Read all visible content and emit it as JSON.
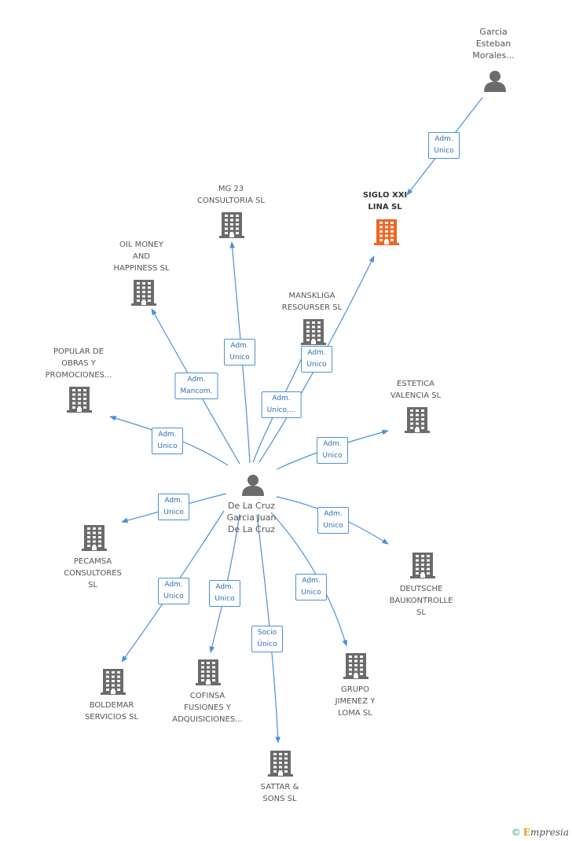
{
  "center": {
    "name": "De La Cruz\nGarcia Juan\nDe La Cruz"
  },
  "top_person": {
    "name": "Garcia\nEsteban\nMorales..."
  },
  "companies": [
    {
      "id": "siglo",
      "name": "SIGLO XXI\nLINA SL",
      "highlight": true
    },
    {
      "id": "mg23",
      "name": "MG 23\nCONSULTORIA SL"
    },
    {
      "id": "oil",
      "name": "OIL MONEY\nAND\nHAPPINESS  SL"
    },
    {
      "id": "mansk",
      "name": "MANSKLIGA\nRESOURSER  SL"
    },
    {
      "id": "popular",
      "name": "POPULAR DE\nOBRAS Y\nPROMOCIONES..."
    },
    {
      "id": "estetica",
      "name": "ESTETICA\nVALENCIA  SL"
    },
    {
      "id": "pecamsa",
      "name": "PECAMSA\nCONSULTORES\nSL"
    },
    {
      "id": "deutsche",
      "name": "DEUTSCHE\nBAUKONTROLLE\nSL"
    },
    {
      "id": "boldemar",
      "name": "BOLDEMAR\nSERVICIOS SL"
    },
    {
      "id": "cofinsa",
      "name": "COFINSA\nFUSIONES Y\nADQUISICIONES..."
    },
    {
      "id": "grupo",
      "name": "GRUPO\nJIMENEZ Y\nLOMA  SL"
    },
    {
      "id": "sattar",
      "name": "SATTAR &\nSONS  SL"
    }
  ],
  "edges": [
    {
      "from": "top_person",
      "to": "siglo",
      "label": "Adm.\nUnico"
    },
    {
      "from": "center",
      "to": "mg23",
      "label": "Adm.\nUnico"
    },
    {
      "from": "center",
      "to": "oil",
      "label": "Adm.\nMancom."
    },
    {
      "from": "center",
      "to": "mansk",
      "label": "Adm.\nUnico"
    },
    {
      "from": "center",
      "to": "siglo",
      "label": "Adm.\nUnico,..."
    },
    {
      "from": "center",
      "to": "popular",
      "label": "Adm.\nUnico"
    },
    {
      "from": "center",
      "to": "estetica",
      "label": "Adm.\nUnico"
    },
    {
      "from": "center",
      "to": "pecamsa",
      "label": "Adm.\nUnico"
    },
    {
      "from": "center",
      "to": "deutsche",
      "label": "Adm.\nUnico"
    },
    {
      "from": "center",
      "to": "boldemar",
      "label": "Adm.\nUnico"
    },
    {
      "from": "center",
      "to": "cofinsa",
      "label": "Adm.\nUnico"
    },
    {
      "from": "center",
      "to": "grupo",
      "label": "Adm.\nUnico"
    },
    {
      "from": "center",
      "to": "sattar",
      "label": "Socio\nÚnico"
    }
  ],
  "colors": {
    "edge": "#4a90d9",
    "building": "#6b6b6b",
    "highlight": "#f26522",
    "person": "#6b6b6b"
  },
  "brand": {
    "symbol": "©",
    "text": "mpresia",
    "initial": "E"
  }
}
